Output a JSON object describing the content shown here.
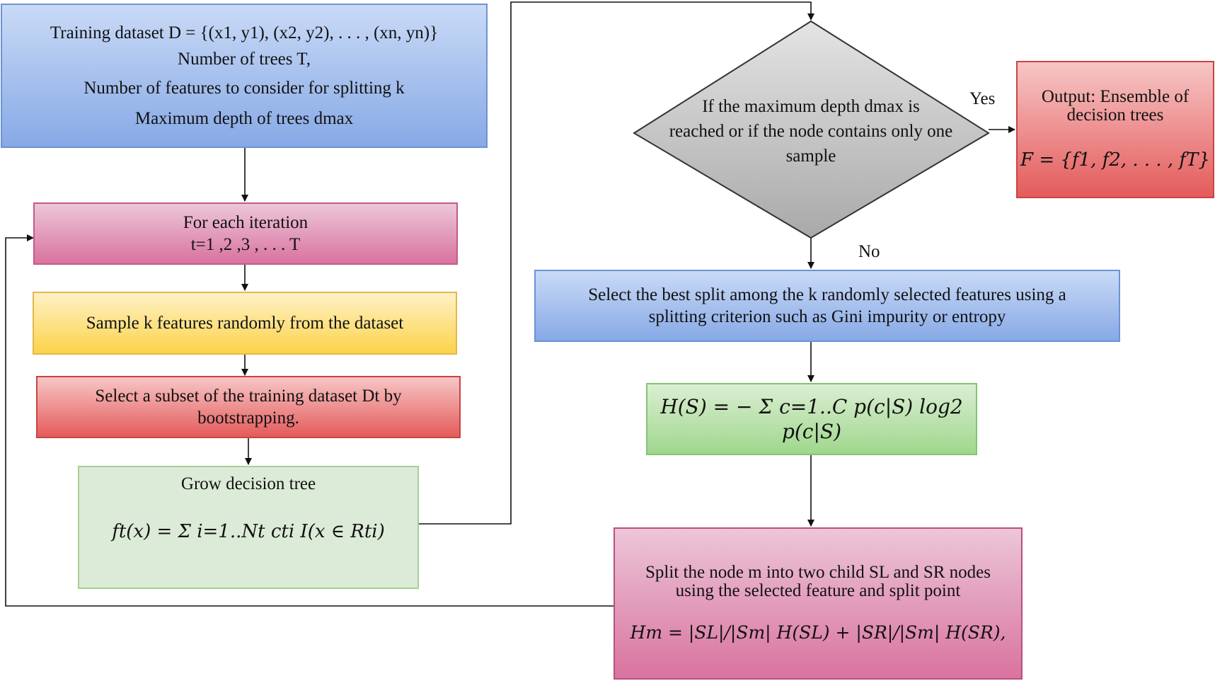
{
  "input_box": {
    "line1": "Training dataset D = {(x1, y1), (x2, y2), . . . , (xn, yn)}",
    "line2": "Number of trees T,",
    "line3": "Number of features to consider for splitting k",
    "line4": "Maximum depth of trees dmax"
  },
  "iteration_box": {
    "line1": "For each iteration",
    "line2": "t=1 ,2 ,3 , . . . T"
  },
  "sample_box": {
    "text": "Sample k features randomly from the dataset"
  },
  "subset_box": {
    "line1": "Select a subset of the training dataset Dt by",
    "line2": "bootstrapping."
  },
  "grow_box": {
    "title": "Grow decision tree",
    "formula": "ft(x) = Σ i=1..Nt cti I(x ∈ Rti)"
  },
  "decision_diamond": {
    "line1": "If the maximum depth dmax is",
    "line2": "reached or if the node contains only one",
    "line3": "sample"
  },
  "yes_label": "Yes",
  "no_label": "No",
  "output_box": {
    "line1": "Output: Ensemble of",
    "line2": "decision trees",
    "formula": "F = {f1, f2, . . . , fT}"
  },
  "best_split_box": {
    "line1": "Select the best split among the k randomly selected features using a",
    "line2": "splitting criterion such as Gini impurity or entropy"
  },
  "entropy_box": {
    "formula": "H(S) = − Σ c=1..C p(c|S) log2 p(c|S)"
  },
  "split_node_box": {
    "line1": "Split the node m into two child SL and SR nodes",
    "line2": "using the selected feature and split point",
    "formula": "Hm = |SL|/|Sm| H(SL) + |SR|/|Sm| H(SR),"
  }
}
